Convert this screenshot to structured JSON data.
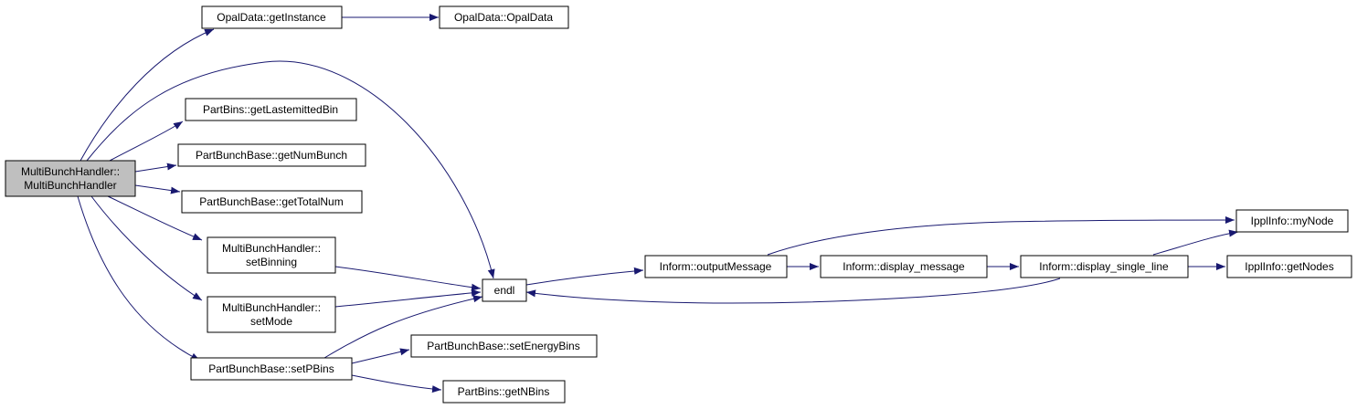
{
  "diagram": {
    "nodes": {
      "root": [
        "MultiBunchHandler::",
        "MultiBunchHandler"
      ],
      "opal_get_instance": [
        "OpalData::getInstance"
      ],
      "opal_ctor": [
        "OpalData::OpalData"
      ],
      "partbins_get_last_emitted": [
        "PartBins::getLastemittedBin"
      ],
      "pbb_get_num_bunch": [
        "PartBunchBase::getNumBunch"
      ],
      "pbb_get_total_num": [
        "PartBunchBase::getTotalNum"
      ],
      "mbh_set_binning": [
        "MultiBunchHandler::",
        "setBinning"
      ],
      "mbh_set_mode": [
        "MultiBunchHandler::",
        "setMode"
      ],
      "pbb_set_pbins": [
        "PartBunchBase::setPBins"
      ],
      "pbb_set_energy_bins": [
        "PartBunchBase::setEnergyBins"
      ],
      "partbins_get_nbins": [
        "PartBins::getNBins"
      ],
      "endl": [
        "endl"
      ],
      "inform_output_message": [
        "Inform::outputMessage"
      ],
      "inform_display_message": [
        "Inform::display_message"
      ],
      "inform_display_single_line": [
        "Inform::display_single_line"
      ],
      "ippl_my_node": [
        "IpplInfo::myNode"
      ],
      "ippl_get_nodes": [
        "IpplInfo::getNodes"
      ]
    },
    "edges": [
      [
        "root",
        "opal_get_instance"
      ],
      [
        "root",
        "endl"
      ],
      [
        "root",
        "partbins_get_last_emitted"
      ],
      [
        "root",
        "pbb_get_num_bunch"
      ],
      [
        "root",
        "pbb_get_total_num"
      ],
      [
        "root",
        "mbh_set_binning"
      ],
      [
        "root",
        "mbh_set_mode"
      ],
      [
        "root",
        "pbb_set_pbins"
      ],
      [
        "opal_get_instance",
        "opal_ctor"
      ],
      [
        "mbh_set_binning",
        "endl"
      ],
      [
        "mbh_set_mode",
        "endl"
      ],
      [
        "pbb_set_pbins",
        "endl"
      ],
      [
        "pbb_set_pbins",
        "pbb_set_energy_bins"
      ],
      [
        "pbb_set_pbins",
        "partbins_get_nbins"
      ],
      [
        "endl",
        "inform_output_message"
      ],
      [
        "inform_output_message",
        "inform_display_message"
      ],
      [
        "inform_output_message",
        "ippl_my_node"
      ],
      [
        "inform_display_message",
        "inform_display_single_line"
      ],
      [
        "inform_display_single_line",
        "ippl_my_node"
      ],
      [
        "inform_display_single_line",
        "ippl_get_nodes"
      ],
      [
        "inform_display_single_line",
        "endl"
      ]
    ],
    "colors": {
      "edge": "#191970",
      "root_fill": "#bfbfbf",
      "node_fill": "#ffffff",
      "node_border": "#000000"
    }
  }
}
